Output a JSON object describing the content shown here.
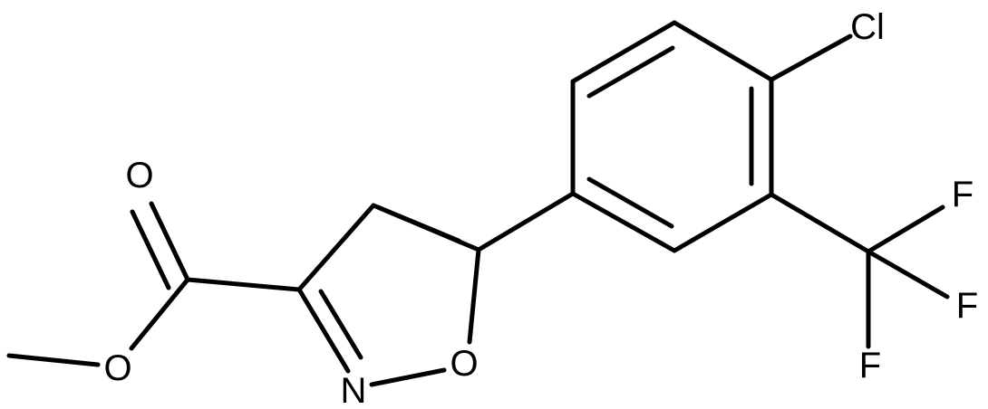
{
  "atoms": {
    "cl": "Cl",
    "o_carbonyl": "O",
    "o_ester": "O",
    "o_ring": "O",
    "n_ring": "N",
    "f1": "F",
    "f2": "F",
    "f3": "F"
  },
  "colors": {
    "bond": "#000000",
    "label": "#000000",
    "background": "#ffffff"
  }
}
